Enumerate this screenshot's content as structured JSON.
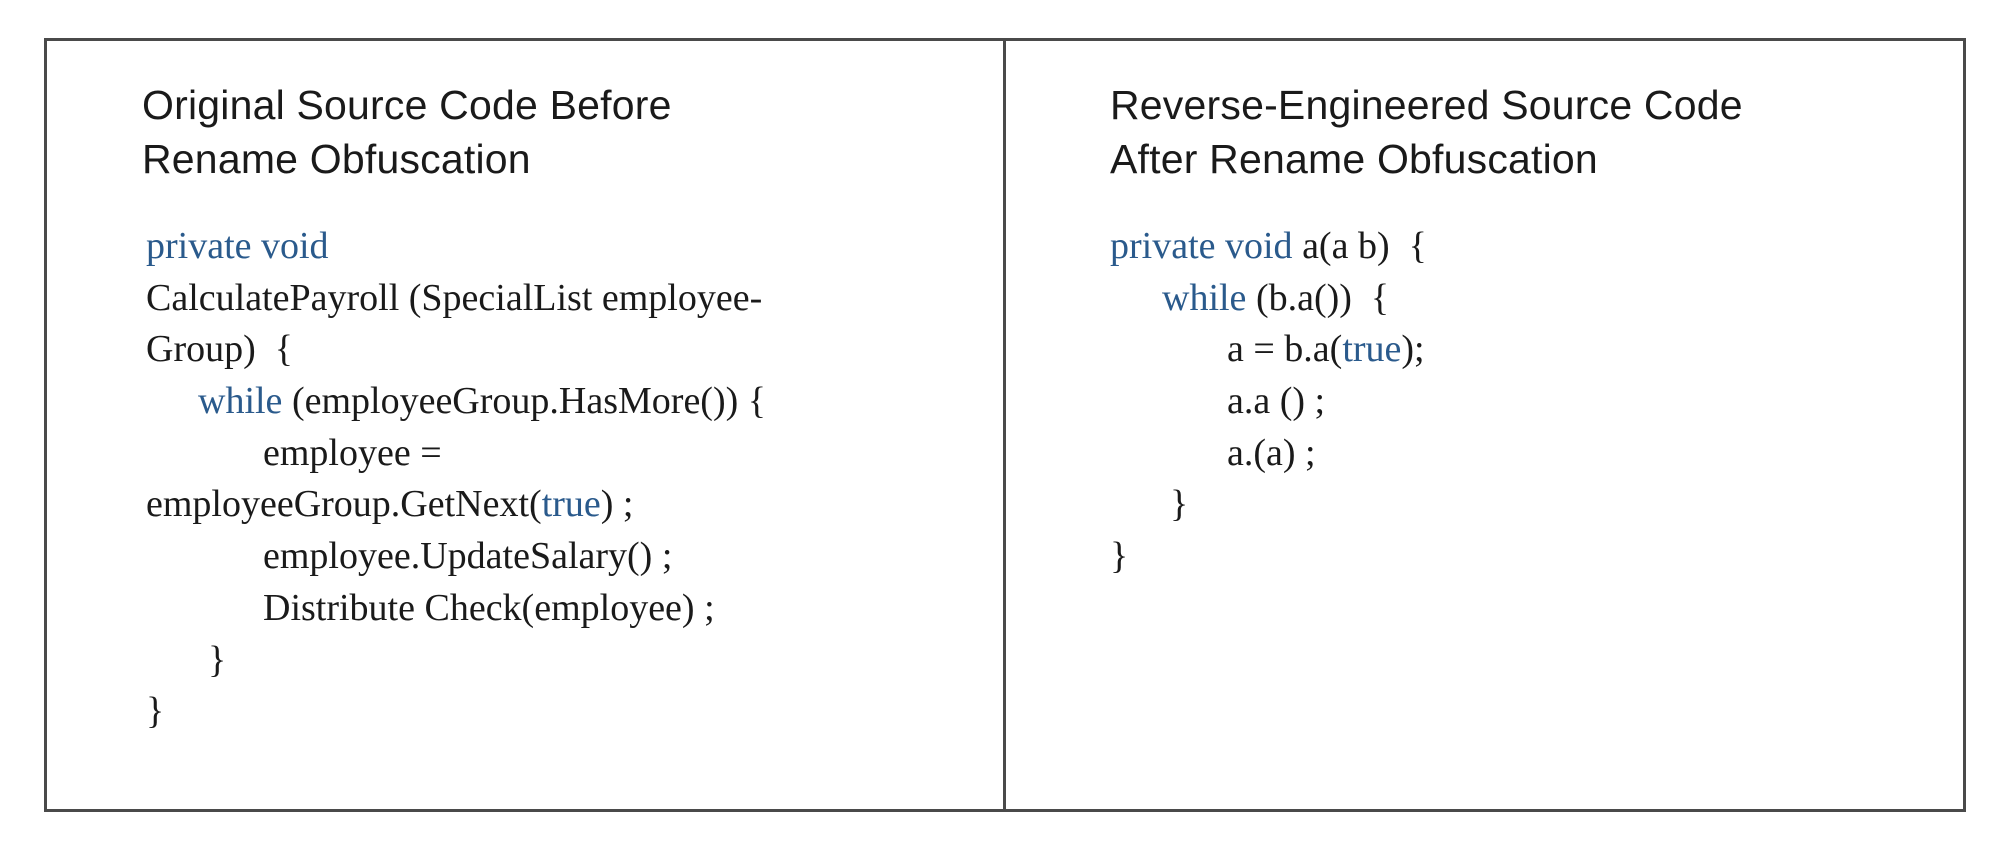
{
  "left_panel": {
    "title_lines": [
      "Original Source Code Before",
      "Rename Obfuscation"
    ],
    "code_lines": [
      {
        "indent": 0,
        "parts": [
          {
            "text": "private void",
            "kw": true
          }
        ]
      },
      {
        "indent": 0,
        "parts": [
          {
            "text": "CalculatePayroll (SpecialList employee-",
            "kw": false
          }
        ]
      },
      {
        "indent": 0,
        "parts": [
          {
            "text": "Group)  {",
            "kw": false
          }
        ]
      },
      {
        "indent": 52,
        "parts": [
          {
            "text": "while",
            "kw": true
          },
          {
            "text": " (employeeGroup.HasMore()) {",
            "kw": false
          }
        ]
      },
      {
        "indent": 117,
        "parts": [
          {
            "text": "employee =",
            "kw": false
          }
        ]
      },
      {
        "indent": 0,
        "parts": [
          {
            "text": "employeeGroup.GetNext(",
            "kw": false
          },
          {
            "text": "true",
            "kw": true
          },
          {
            "text": ") ;",
            "kw": false
          }
        ]
      },
      {
        "indent": 117,
        "parts": [
          {
            "text": "employee.UpdateSalary() ;",
            "kw": false
          }
        ]
      },
      {
        "indent": 117,
        "parts": [
          {
            "text": "Distribute Check(employee) ;",
            "kw": false
          }
        ]
      },
      {
        "indent": 62,
        "parts": [
          {
            "text": "}",
            "kw": false
          }
        ]
      },
      {
        "indent": 0,
        "parts": [
          {
            "text": "}",
            "kw": false
          }
        ]
      }
    ]
  },
  "right_panel": {
    "title_lines": [
      "Reverse-Engineered Source Code",
      "After Rename Obfuscation"
    ],
    "code_lines": [
      {
        "indent": 0,
        "parts": [
          {
            "text": "private void",
            "kw": true
          },
          {
            "text": " a(a b)  {",
            "kw": false
          }
        ]
      },
      {
        "indent": 52,
        "parts": [
          {
            "text": "while",
            "kw": true
          },
          {
            "text": " (b.a())  {",
            "kw": false
          }
        ]
      },
      {
        "indent": 117,
        "parts": [
          {
            "text": "a = b.a(",
            "kw": false
          },
          {
            "text": "true",
            "kw": true
          },
          {
            "text": ");",
            "kw": false
          }
        ]
      },
      {
        "indent": 117,
        "parts": [
          {
            "text": "a.a () ;",
            "kw": false
          }
        ]
      },
      {
        "indent": 117,
        "parts": [
          {
            "text": "a.(a) ;",
            "kw": false
          }
        ]
      },
      {
        "indent": 60,
        "parts": [
          {
            "text": "}",
            "kw": false
          }
        ]
      },
      {
        "indent": 0,
        "parts": [
          {
            "text": "}",
            "kw": false
          }
        ]
      }
    ]
  },
  "colors": {
    "keyword": "#2a5a8c",
    "text": "#1a1a1a",
    "border": "#4a4a4a"
  }
}
